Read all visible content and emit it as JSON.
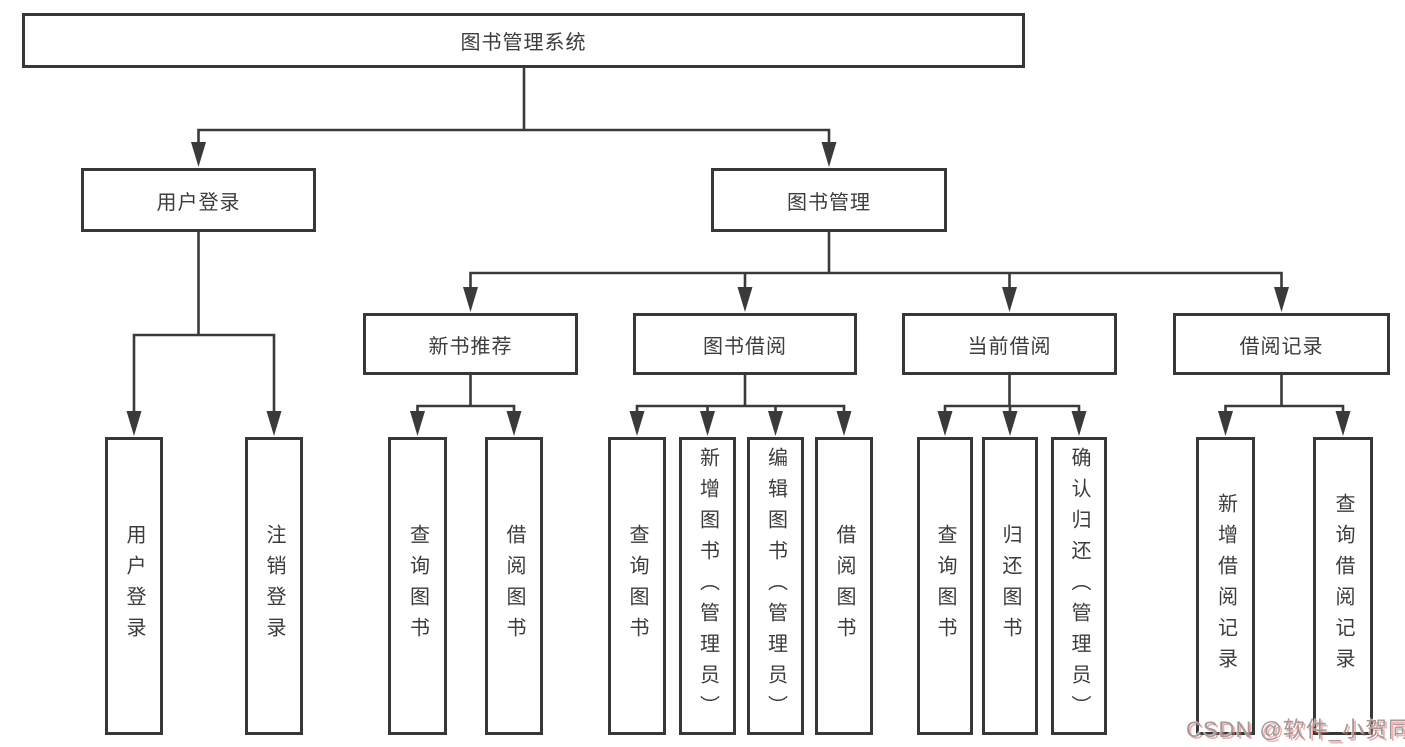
{
  "diagram": {
    "root": {
      "label": "图书管理系统"
    },
    "branches": [
      {
        "label": "用户登录",
        "children": [
          {
            "label": "用户登录"
          },
          {
            "label": "注销登录"
          }
        ]
      },
      {
        "label": "图书管理",
        "children": [
          {
            "label": "新书推荐",
            "children": [
              {
                "label": "查询图书"
              },
              {
                "label": "借阅图书"
              }
            ]
          },
          {
            "label": "图书借阅",
            "children": [
              {
                "label": "查询图书"
              },
              {
                "label": "新增图书（管理员）"
              },
              {
                "label": "编辑图书（管理员）"
              },
              {
                "label": "借阅图书"
              }
            ]
          },
          {
            "label": "当前借阅",
            "children": [
              {
                "label": "查询图书"
              },
              {
                "label": "归还图书"
              },
              {
                "label": "确认归还（管理员）"
              }
            ]
          },
          {
            "label": "借阅记录",
            "children": [
              {
                "label": "新增借阅记录"
              },
              {
                "label": "查询借阅记录"
              }
            ]
          }
        ]
      }
    ]
  },
  "watermark": {
    "text": "CSDN @软件_小贺同学"
  },
  "colors": {
    "line": "#3a3a3a",
    "text": "#3c3c3c",
    "background": "#ffffff",
    "watermark": "#9c9c9c"
  }
}
